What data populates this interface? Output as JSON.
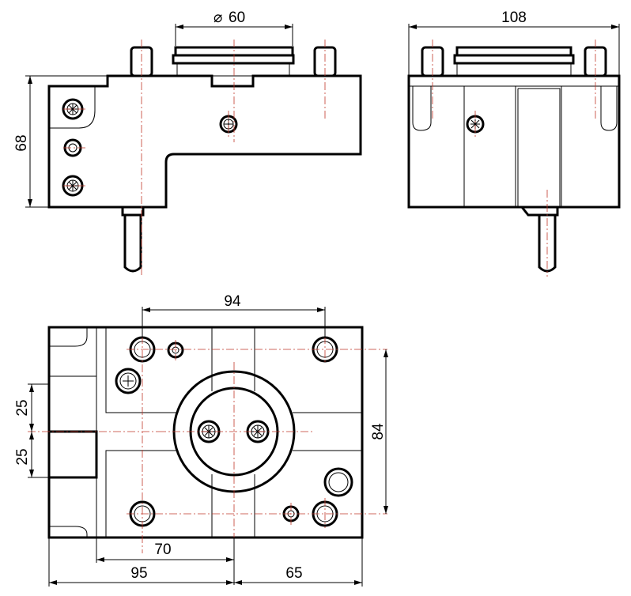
{
  "dimensions": {
    "front_diameter": "60",
    "front_height": "68",
    "side_width": "108",
    "top_hole_spacing": "94",
    "top_pitch_upper": "25",
    "top_pitch_lower": "25",
    "top_hole_vertical": "84",
    "top_offset_70": "70",
    "top_offset_95": "95",
    "top_offset_65": "65"
  },
  "symbols": {
    "diameter": "⌀"
  },
  "colors": {
    "outline": "#000000",
    "centerline": "#c0392b",
    "background": "#ffffff"
  }
}
